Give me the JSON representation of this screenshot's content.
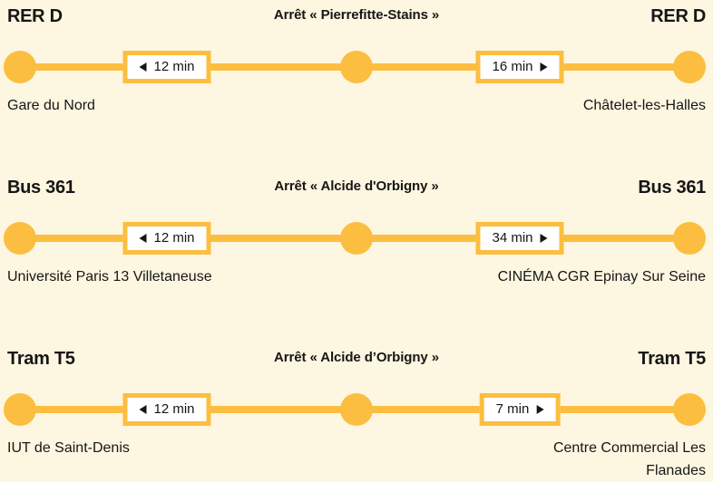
{
  "theme": {
    "background": "#FDF6E0",
    "accent": "#FCBE40",
    "text": "#161616",
    "badge_background": "#FFFFFF"
  },
  "rows": [
    {
      "line_left": "RER D",
      "line_right": "RER D",
      "stop_header": "Arrêt « Pierrefitte-Stains »",
      "station_left": "Gare du Nord",
      "station_right": "Châtelet-les-Halles",
      "duration_left": "12 min",
      "duration_right": "16 min"
    },
    {
      "line_left": "Bus 361",
      "line_right": "Bus 361",
      "stop_header": "Arrêt « Alcide d'Orbigny »",
      "station_left": "Université Paris 13 Villetaneuse",
      "station_right": "CINÉMA CGR Epinay Sur Seine",
      "duration_left": "12 min",
      "duration_right": "34 min"
    },
    {
      "line_left": "Tram T5",
      "line_right": "Tram T5",
      "stop_header": "Arrêt « Alcide d’Orbigny »",
      "station_left": "IUT de Saint-Denis",
      "station_right": "Centre Commercial Les Flanades",
      "duration_left": "12 min",
      "duration_right": "7 min"
    }
  ]
}
